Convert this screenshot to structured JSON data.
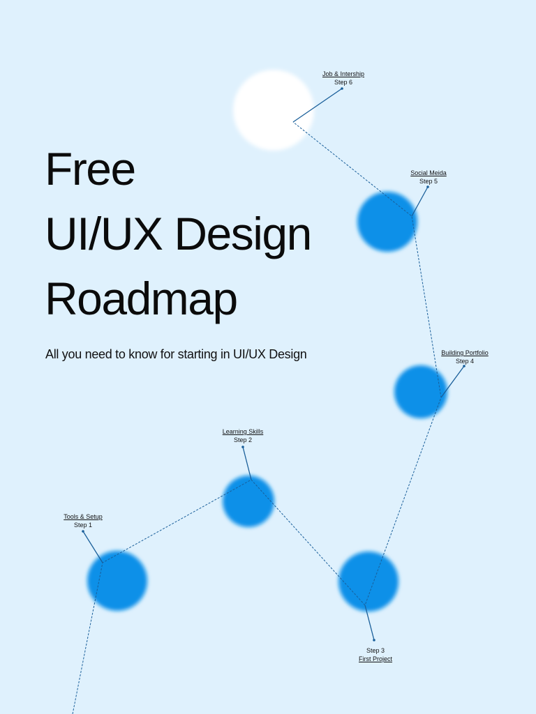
{
  "title": {
    "line1": "Free",
    "line2": "UI/UX Design",
    "line3": "Roadmap"
  },
  "subtitle": "All you need to know for starting in UI/UX Design",
  "colors": {
    "background": "#dff1fd",
    "node": "#0a90e8",
    "final_node": "#ffffff",
    "line": "#1a5f9a"
  },
  "steps": [
    {
      "name": "Tools & Setup",
      "step": "Step 1"
    },
    {
      "name": "Learning Skills",
      "step": "Step 2"
    },
    {
      "name": "First Project",
      "step": "Step 3"
    },
    {
      "name": "Building Portfolio",
      "step": "Step 4"
    },
    {
      "name": "Social Meida",
      "step": "Step 5"
    },
    {
      "name": "Job & Intership",
      "step": "Step 6"
    }
  ]
}
